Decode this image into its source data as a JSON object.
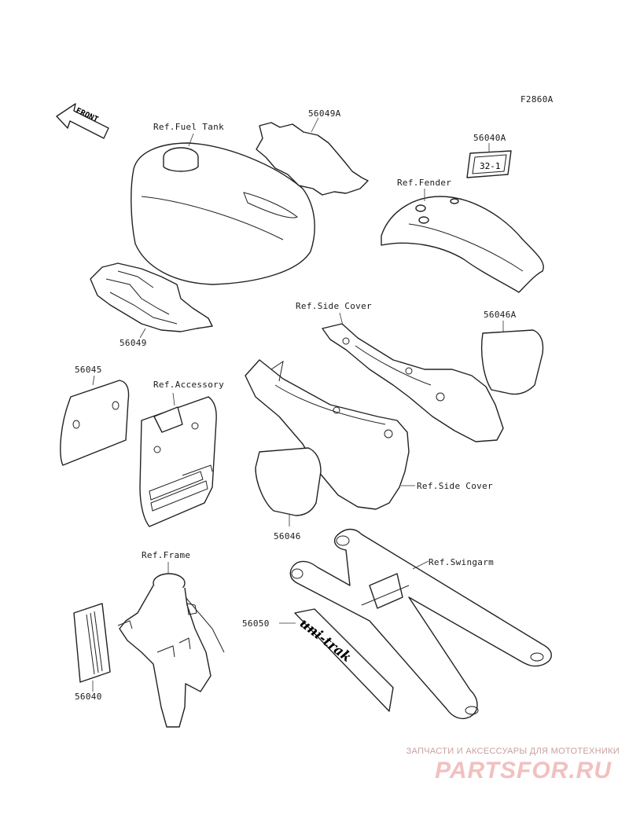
{
  "figure_code": "F2860A",
  "front_arrow_text": "FRONT",
  "labels": {
    "fuel_tank": "Ref.Fuel Tank",
    "p56049A": "56049A",
    "p56040A": "56040A",
    "fender": "Ref.Fender",
    "p56049": "56049",
    "side_cover_top": "Ref.Side Cover",
    "p56046A": "56046A",
    "p56045": "56045",
    "accessory": "Ref.Accessory",
    "side_cover_right": "Ref.Side Cover",
    "p56046": "56046",
    "frame": "Ref.Frame",
    "swingarm": "Ref.Swingarm",
    "p56050": "56050",
    "p56040": "56040"
  },
  "decals": {
    "numberplate_text": "32-1",
    "swingarm_decal_text": "uni-trak"
  },
  "watermark": {
    "line1": "ЗАПЧАСТИ И АКСЕССУАРЫ ДЛЯ МОТОТЕХНИКИ",
    "logo": "PARTSFOR.RU"
  },
  "colors": {
    "line": "#222222",
    "watermark": "#f2c0c0"
  }
}
